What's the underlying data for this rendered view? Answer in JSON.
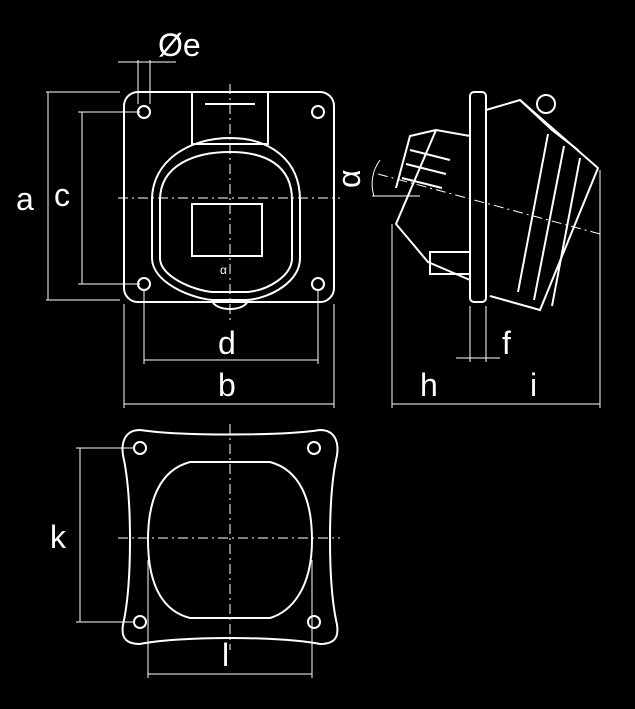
{
  "labels": {
    "e": "Øe",
    "a": "a",
    "c": "c",
    "d": "d",
    "b": "b",
    "alpha": "α",
    "f": "f",
    "h": "h",
    "i": "i",
    "k": "k",
    "l": "l",
    "symbol": "α"
  },
  "colors": {
    "background": "#000000",
    "line": "#ffffff"
  }
}
